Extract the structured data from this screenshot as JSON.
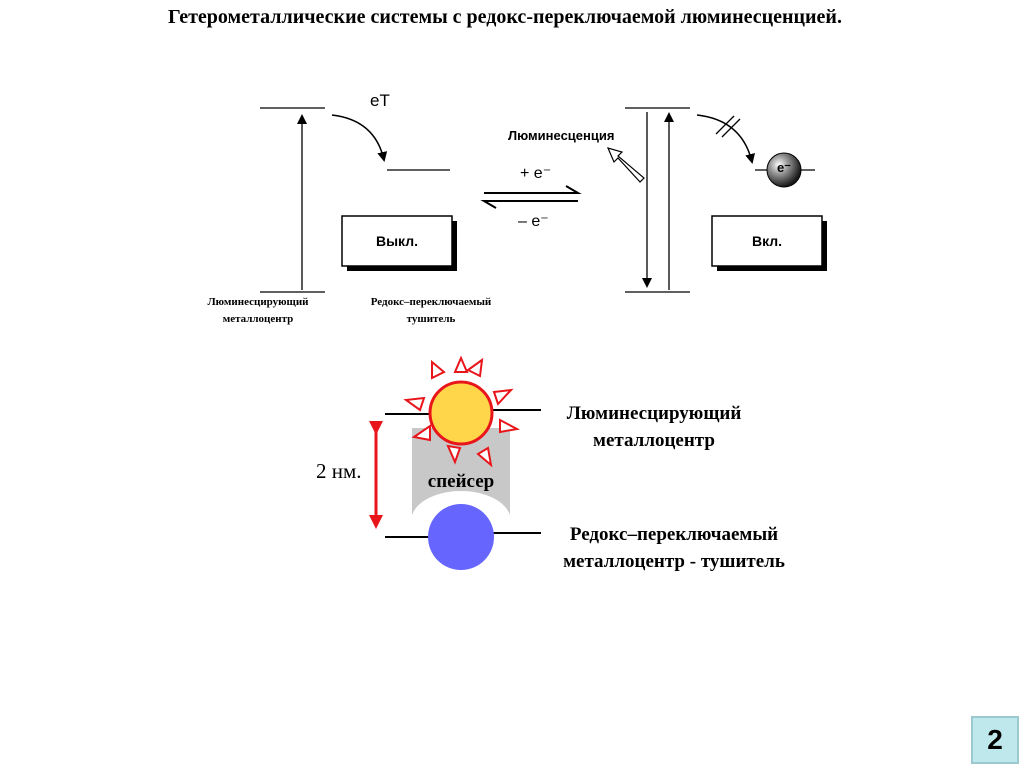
{
  "title": "Гетерометаллические системы с редокс-переключаемой люминесценцией.",
  "scheme": {
    "eT": "eT",
    "off_label": "Выкл.",
    "on_label": "Вкл.",
    "luminescence": "Люминесценция",
    "plus_e": "+ e⁻",
    "minus_e": "– e⁻",
    "electron": "e⁻",
    "left_caption_line1": "Люминесцирующий",
    "left_caption_line2": "металлоцентр",
    "right_caption_line1": "Редокс–переключаемый",
    "right_caption_line2": "тушитель"
  },
  "model": {
    "distance": "2 нм.",
    "spacer": "спейсер",
    "top_label_line1": "Люминесцирующий",
    "top_label_line2": "металлоцентр",
    "bottom_label_line1": "Редокс–переключаемый",
    "bottom_label_line2": "металлоцентр - тушитель"
  },
  "colors": {
    "sun_fill": "#ffd54a",
    "sun_stroke": "#e8161b",
    "quencher": "#6666ff",
    "spacer": "#c8c8c8",
    "dimension_arrow": "#e8161b",
    "page_badge": "#bfe8ec"
  },
  "page_number": "2"
}
